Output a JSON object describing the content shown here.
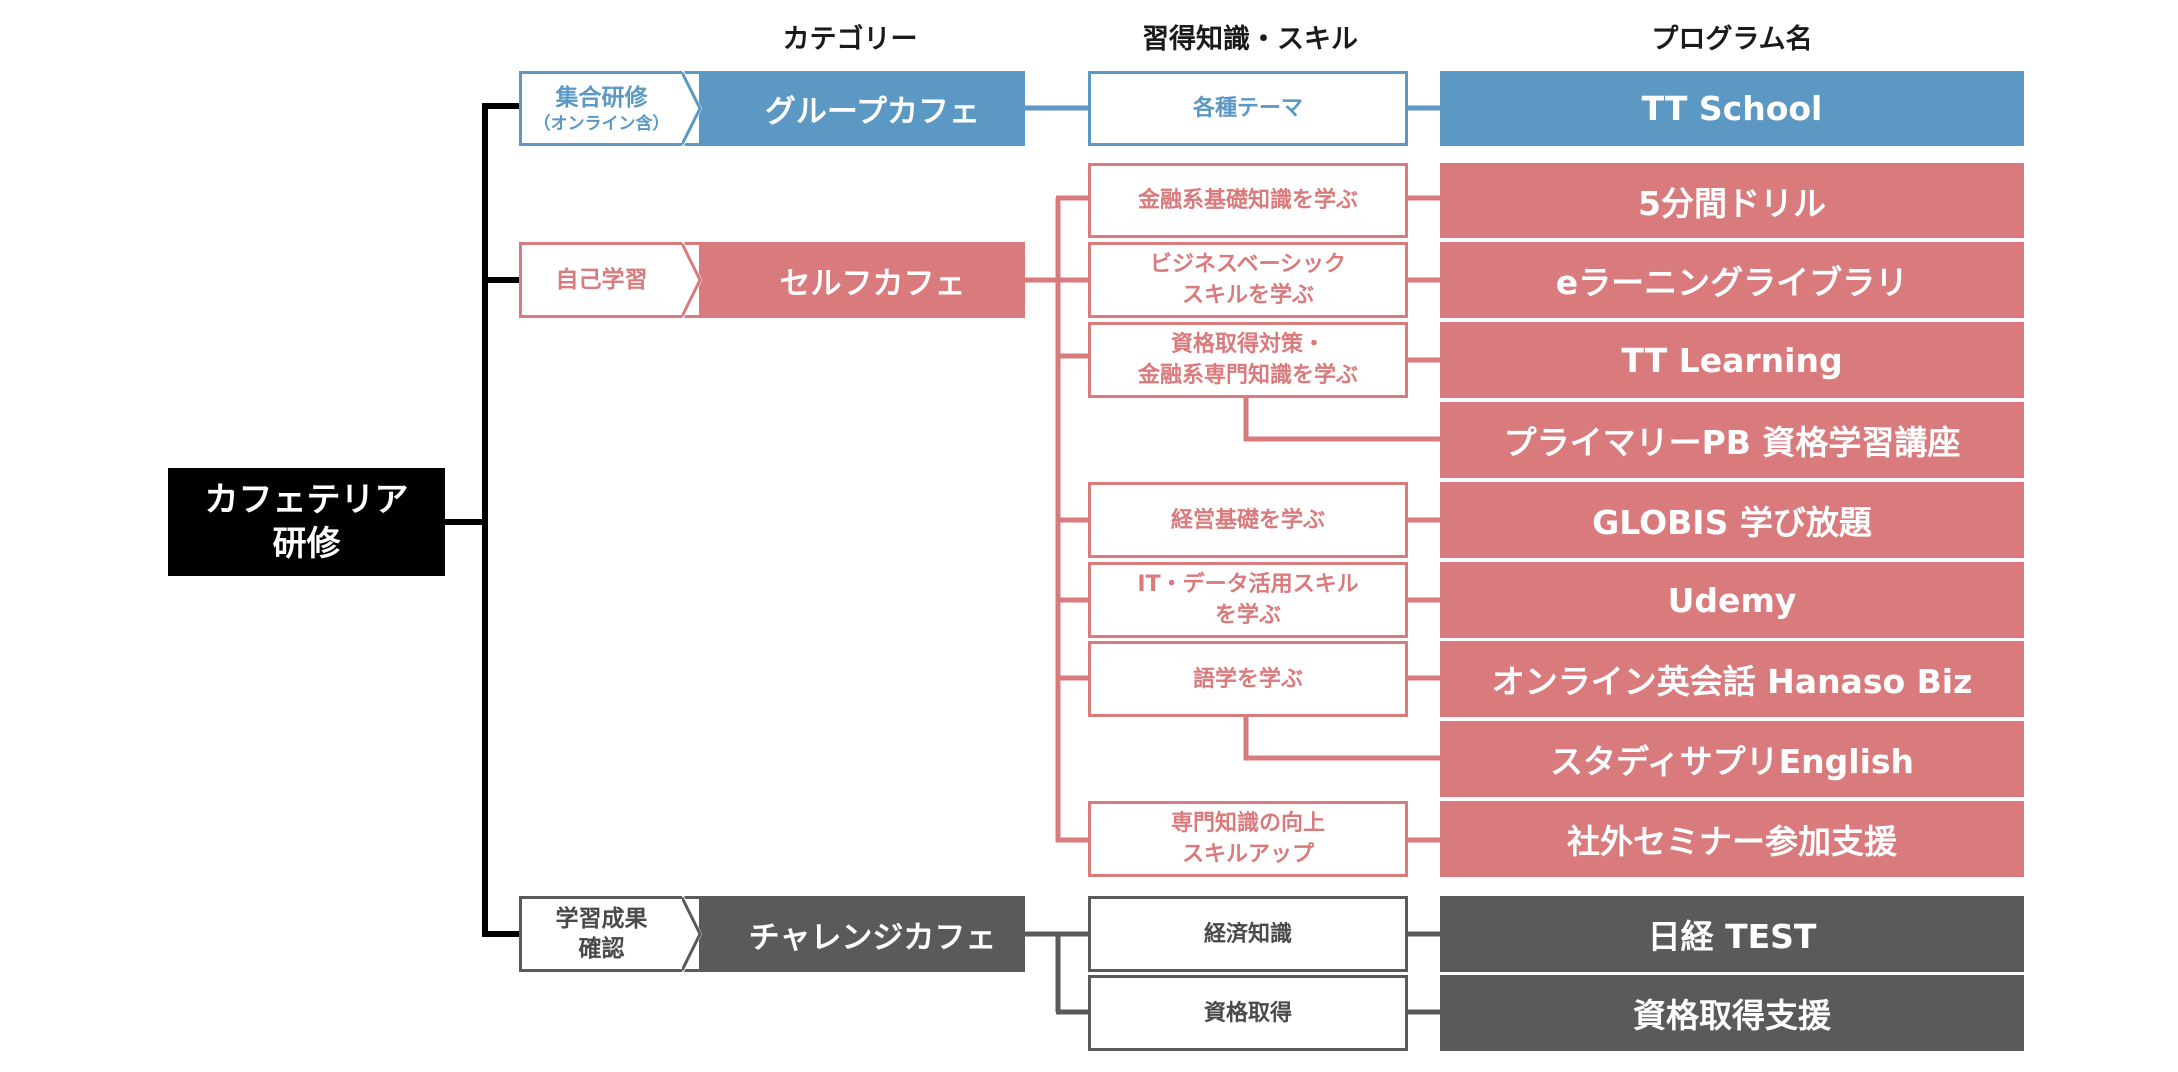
{
  "headers": {
    "category": "カテゴリー",
    "skills": "習得知識・スキル",
    "program": "プログラム名"
  },
  "root": {
    "line1": "カフェテリア",
    "line2": "研修"
  },
  "categories": [
    {
      "sub_line1": "集合研修",
      "sub_line2": "（オンライン含）",
      "main": "グループカフェ",
      "color": "#5b98c3"
    },
    {
      "sub_line1": "自己学習",
      "sub_line2": "",
      "main": "セルフカフェ",
      "color": "#d97a7c"
    },
    {
      "sub_line1": "学習成果",
      "sub_line2": "確認",
      "main": "チャレンジカフェ",
      "color": "#5a5a5a"
    }
  ],
  "skills": [
    {
      "line1": "各種テーマ",
      "line2": ""
    },
    {
      "line1": "金融系基礎知識を学ぶ",
      "line2": ""
    },
    {
      "line1": "ビジネスベーシック",
      "line2": "スキルを学ぶ"
    },
    {
      "line1": "資格取得対策・",
      "line2": "金融系専門知識を学ぶ"
    },
    {
      "line1": "経営基礎を学ぶ",
      "line2": ""
    },
    {
      "line1": "IT・データ活用スキル",
      "line2": "を学ぶ"
    },
    {
      "line1": "語学を学ぶ",
      "line2": ""
    },
    {
      "line1": "専門知識の向上",
      "line2": "スキルアップ"
    },
    {
      "line1": "経済知識",
      "line2": ""
    },
    {
      "line1": "資格取得",
      "line2": ""
    }
  ],
  "programs": [
    "TT School",
    "5分間ドリル",
    "eラーニングライブラリ",
    "TT Learning",
    "プライマリーPB 資格学習講座",
    "GLOBIS 学び放題",
    "Udemy",
    "オンライン英会話 Hanaso Biz",
    "スタディサプリEnglish",
    "社外セミナー参加支援",
    "日経 TEST",
    "資格取得支援"
  ],
  "colors": {
    "blue": "#5b98c3",
    "red": "#d97a7c",
    "gray": "#5a5a5a",
    "black": "#000000"
  }
}
